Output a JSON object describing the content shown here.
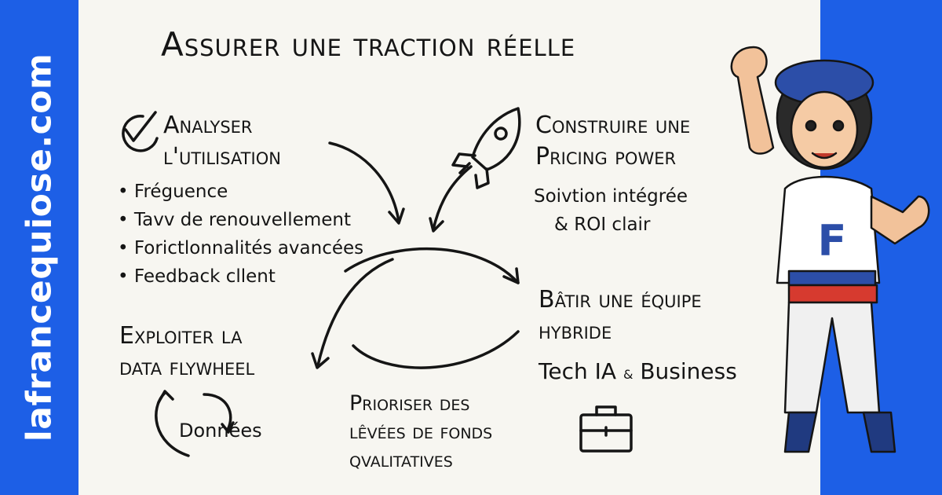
{
  "brand": "lafrancequiose.com",
  "title": "Assurer une traction réelle",
  "colors": {
    "brand_blue": "#1d5fe6",
    "paper": "#f7f6f1",
    "ink": "#151515"
  },
  "sections": {
    "analyser": {
      "icon": "check-circle-icon",
      "lines": [
        "Analyser",
        "l'utilisation"
      ],
      "bullets": [
        "Fréguence",
        "Tavv de renouvellement",
        "Forictlonnalités avancées",
        "Feedback cllent"
      ]
    },
    "pricing": {
      "icon": "rocket-icon",
      "lines": [
        "Construire une",
        "Pricing power"
      ],
      "sub": [
        "Soivtion intégrée",
        "& ROI clair"
      ]
    },
    "equipe": {
      "lines": [
        "Bâtir une équipe",
        "hybride"
      ],
      "sub_a": "Tech IA",
      "sub_amp": "&",
      "sub_b": "Business",
      "icon": "briefcase-icon"
    },
    "data": {
      "lines": [
        "Exploiter la",
        "data flywheel"
      ],
      "cycle_label": "Données",
      "icon": "cycle-arrows-icon"
    },
    "fonds": {
      "lines": [
        "Prioriser des",
        "lêvées de fonds",
        "qvalitatives"
      ]
    }
  },
  "mascot": {
    "shirt_letter": "F"
  }
}
